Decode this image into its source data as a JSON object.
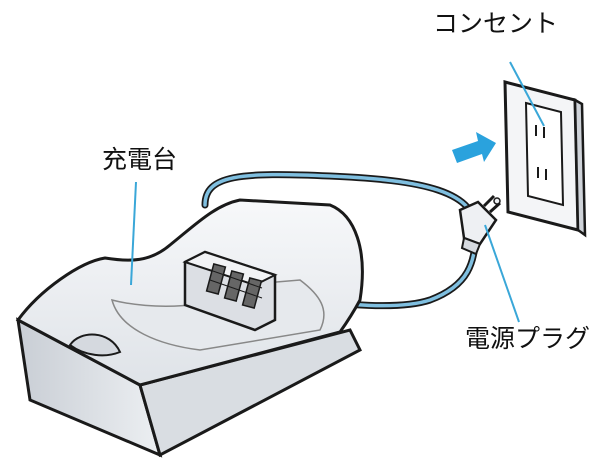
{
  "labels": {
    "outlet": "コンセント",
    "charger": "充電台",
    "power_plug": "電源プラグ"
  },
  "colors": {
    "leader_line": "#3aa7d8",
    "arrow": "#2aa2dd",
    "cord": "#7fbfe0",
    "outline": "#1a1a1a",
    "body_fill": "#eef0f3",
    "shadow_fill": "#d5d9df"
  }
}
